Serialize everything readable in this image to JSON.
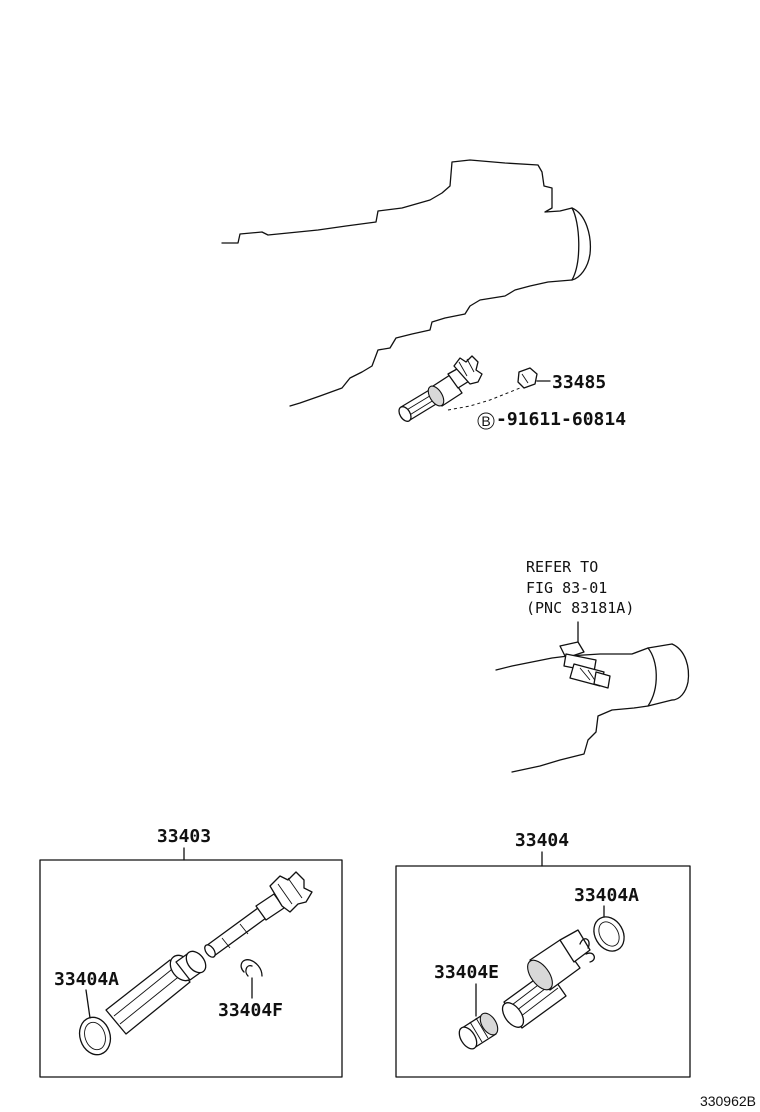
{
  "labels": {
    "part_33485": "33485",
    "bolt_symbol": "B",
    "bolt_part": "-91611-60814",
    "refer_line1": "REFER TO",
    "refer_line2": "FIG 83-01",
    "refer_line3": "(PNC 83181A)",
    "assy_left": "33403",
    "left_ring": "33404A",
    "left_clip": "33404F",
    "assy_right": "33404",
    "right_ring": "33404A",
    "right_gear": "33404E",
    "figure_code": "330962B"
  },
  "colors": {
    "line": "#111111",
    "background": "#ffffff",
    "shading": "#d8d8d8"
  }
}
